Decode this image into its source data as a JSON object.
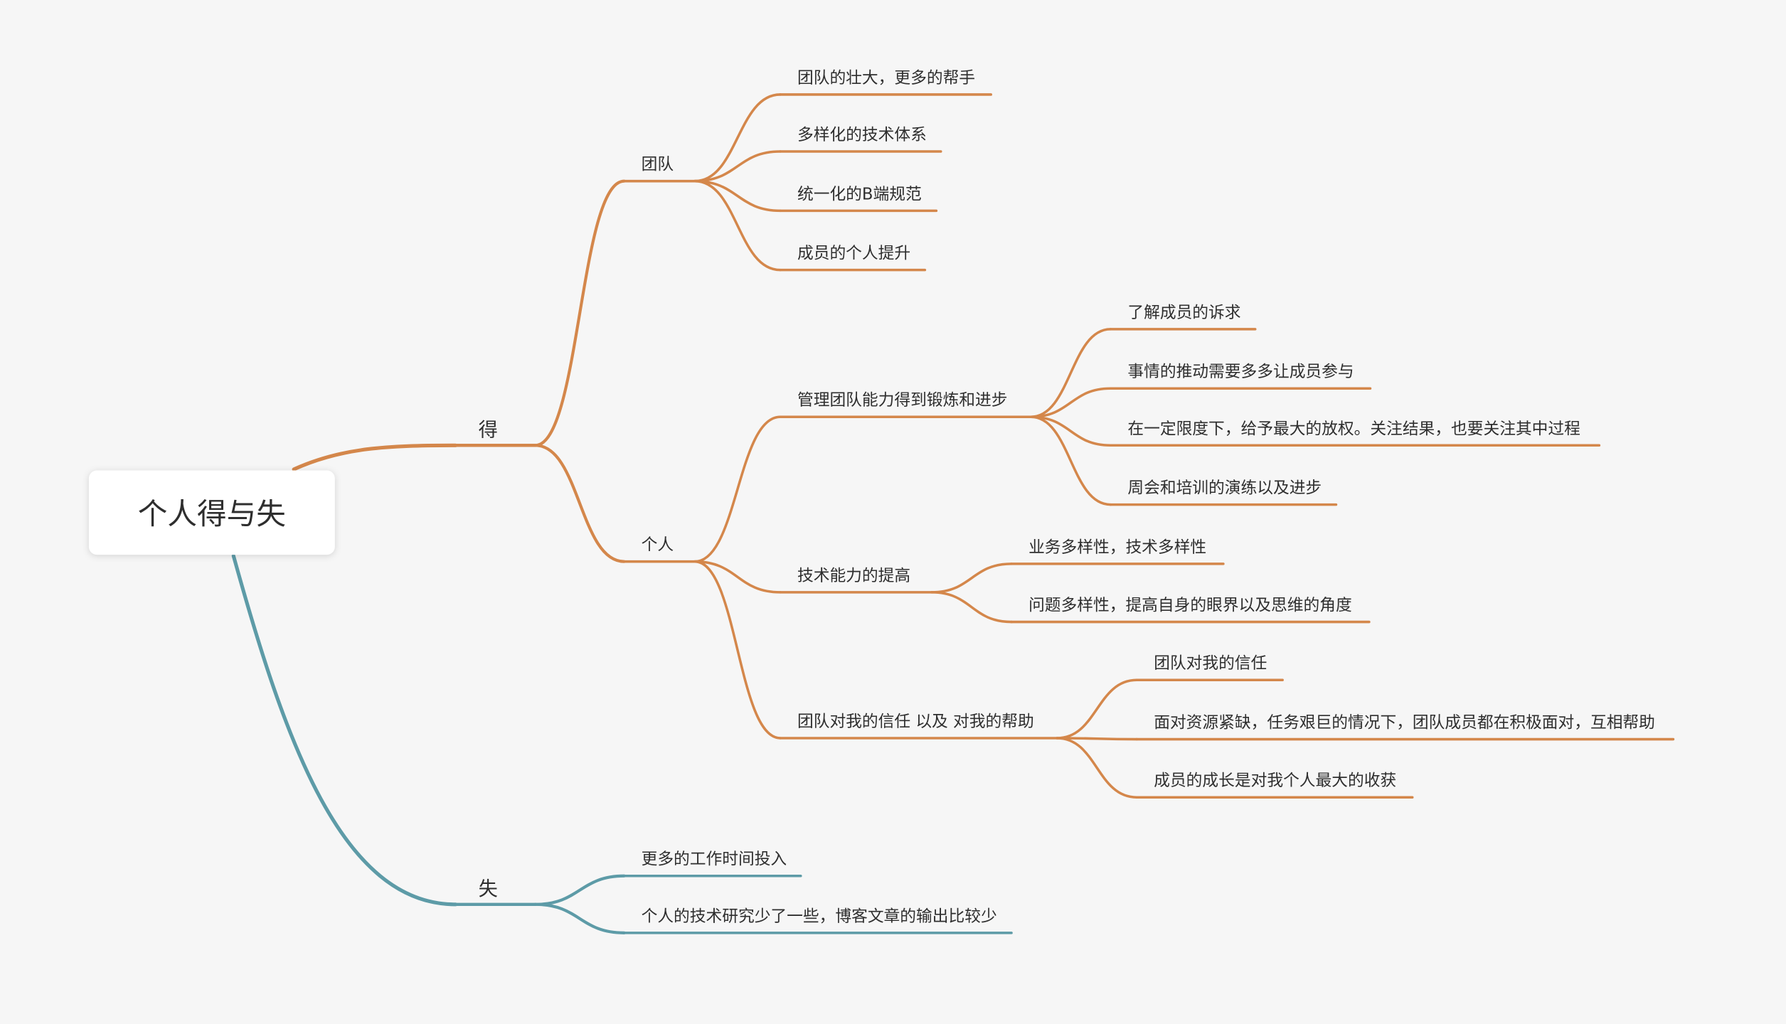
{
  "colors": {
    "background": "#F6F6F6",
    "root_fill": "#FFFFFF",
    "text": "#2E2E2E",
    "gain_branch": "#D4874B",
    "loss_branch": "#5D9BA7"
  },
  "root": {
    "label": "个人得与失"
  },
  "branches": [
    {
      "label": "得",
      "children": [
        {
          "label": "团队",
          "children": [
            {
              "label": "团队的壮大，更多的帮手"
            },
            {
              "label": "多样化的技术体系"
            },
            {
              "label": "统一化的B端规范"
            },
            {
              "label": "成员的个人提升"
            }
          ]
        },
        {
          "label": "个人",
          "children": [
            {
              "label": "管理团队能力得到锻炼和进步",
              "children": [
                {
                  "label": "了解成员的诉求"
                },
                {
                  "label": "事情的推动需要多多让成员参与"
                },
                {
                  "label": "在一定限度下，给予最大的放权。关注结果，也要关注其中过程"
                },
                {
                  "label": "周会和培训的演练以及进步"
                }
              ]
            },
            {
              "label": "技术能力的提高",
              "children": [
                {
                  "label": "业务多样性，技术多样性"
                },
                {
                  "label": "问题多样性，提高自身的眼界以及思维的角度"
                }
              ]
            },
            {
              "label": "团队对我的信任 以及 对我的帮助",
              "children": [
                {
                  "label": "团队对我的信任"
                },
                {
                  "label": "面对资源紧缺，任务艰巨的情况下，团队成员都在积极面对，互相帮助"
                },
                {
                  "label": "成员的成长是对我个人最大的收获"
                }
              ]
            }
          ]
        }
      ]
    },
    {
      "label": "失",
      "children": [
        {
          "label": "更多的工作时间投入"
        },
        {
          "label": "个人的技术研究少了一些，博客文章的输出比较少"
        }
      ]
    }
  ]
}
